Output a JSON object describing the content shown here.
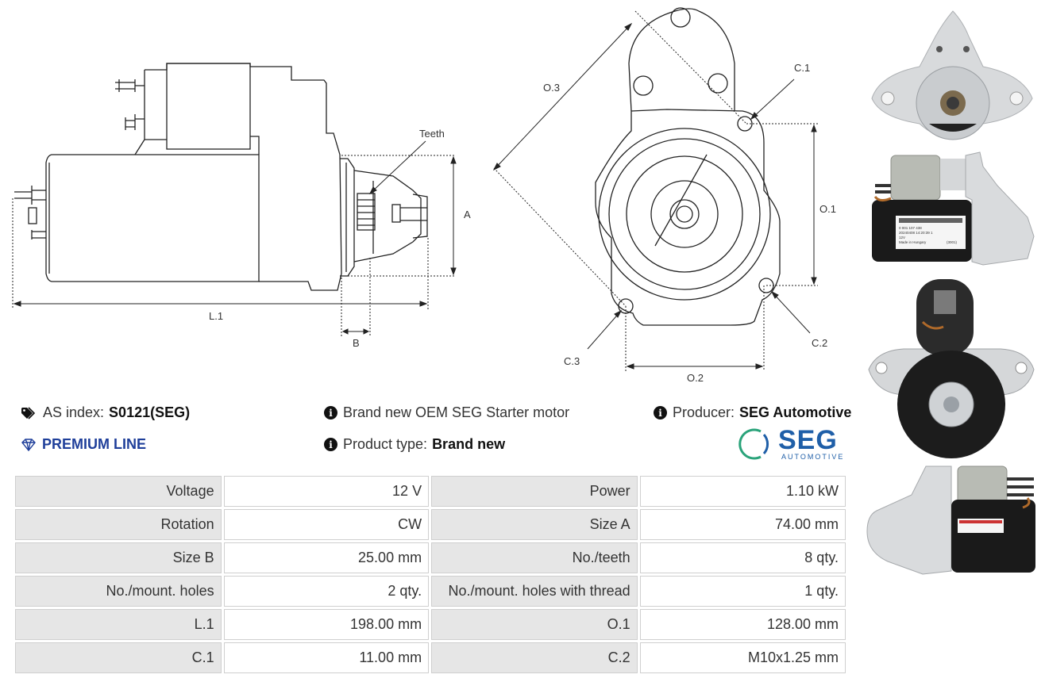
{
  "drawing_side": {
    "labels": {
      "teeth": "Teeth",
      "a": "A",
      "l1": "L.1",
      "b": "B"
    }
  },
  "drawing_front": {
    "labels": {
      "o3": "O.3",
      "c1": "C.1",
      "o1": "O.1",
      "c2": "C.2",
      "c3": "C.3",
      "o2": "O.2"
    }
  },
  "info": {
    "as_index_label": "AS index:",
    "as_index_value": "S0121(SEG)",
    "description": "Brand new OEM SEG Starter motor",
    "producer_label": "Producer:",
    "producer_value": "SEG Automotive",
    "premium_line": "PREMIUM LINE",
    "product_type_label": "Product type:",
    "product_type_value": "Brand new"
  },
  "logo": {
    "name": "SEG",
    "sub": "AUTOMOTIVE",
    "colors": {
      "blue": "#1f5fa8",
      "green": "#2aa37a"
    }
  },
  "specs": [
    [
      "Voltage",
      "12 V",
      "Power",
      "1.10 kW"
    ],
    [
      "Rotation",
      "CW",
      "Size A",
      "74.00 mm"
    ],
    [
      "Size B",
      "25.00 mm",
      "No./teeth",
      "8 qty."
    ],
    [
      "No./mount. holes",
      "2 qty.",
      "No./mount. holes with thread",
      "1 qty."
    ],
    [
      "L.1",
      "198.00 mm",
      "O.1",
      "128.00 mm"
    ],
    [
      "C.1",
      "11.00 mm",
      "C.2",
      "M10x1.25 mm"
    ]
  ],
  "icons": [
    "tag-icon",
    "info-icon",
    "diamond-icon"
  ],
  "photo_label": {
    "line1": "0 001 107 438",
    "line2": "20240408 14:20:39 1",
    "line3": "12V",
    "line4": "Made in Hungary",
    "line5": "(3001)"
  }
}
